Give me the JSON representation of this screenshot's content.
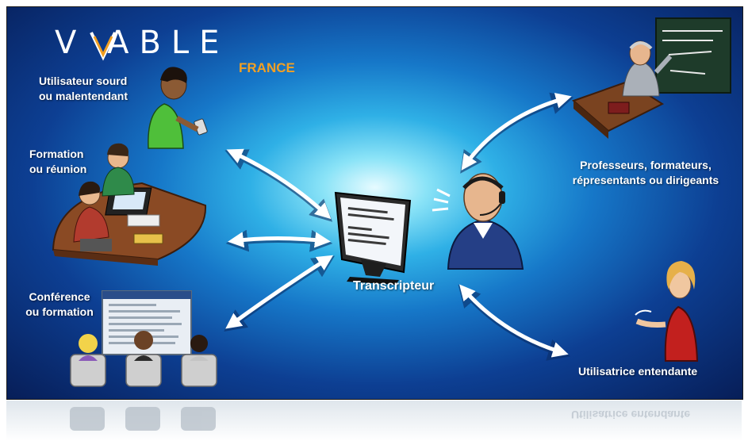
{
  "logo": {
    "main": "V  ABLE",
    "sub": "FRANCE"
  },
  "nodes": {
    "deaf_user": {
      "line1": "Utilisateur sourd",
      "line2": "ou malentendant"
    },
    "training_meeting": {
      "line1": "Formation",
      "line2": "ou réunion"
    },
    "conference": {
      "line1": "Conférence",
      "line2": "ou formation"
    },
    "transcriber": {
      "label": "Transcripteur"
    },
    "teachers": {
      "line1": "Professeurs, formateurs,",
      "line2": "répresentants ou dirigeants"
    },
    "hearing_user": {
      "label": "Utilisatrice entendante"
    }
  },
  "reflection_text": "Utilisatrice entendante",
  "colors": {
    "bg_center": "#e6fbff",
    "bg_edge": "#071e58",
    "accent_orange": "#f2a023",
    "arrow": "#ffffff"
  },
  "icons": [
    "deaf-user-illustration",
    "meeting-table-illustration",
    "conference-audience-illustration",
    "monitor-illustration",
    "transcriber-headset-illustration",
    "teacher-chalkboard-illustration",
    "hearing-woman-illustration"
  ]
}
